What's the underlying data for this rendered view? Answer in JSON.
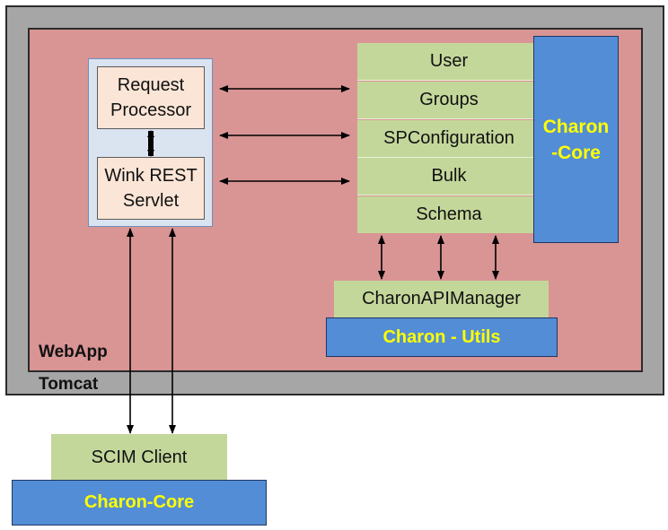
{
  "containers": {
    "tomcat_label": "Tomcat",
    "webapp_label": "WebApp"
  },
  "servlet": {
    "request_processor": "Request Processor",
    "wink_servlet": "Wink REST Servlet"
  },
  "resources": [
    {
      "label": "User"
    },
    {
      "label": "Groups"
    },
    {
      "label": "SPConfiguration"
    },
    {
      "label": "Bulk"
    },
    {
      "label": "Schema"
    }
  ],
  "charon_core_main": {
    "line1": "Charon",
    "line2": "-Core"
  },
  "api_manager": "CharonAPIManager",
  "charon_utils": "Charon - Utils",
  "client": {
    "scim_client": "SCIM Client",
    "charon_core": "Charon-Core"
  },
  "colors": {
    "tomcat_bg": "#a6a6a6",
    "webapp_bg": "#d99494",
    "servlet_bg": "#dae3f0",
    "component_bg": "#fbe5d6",
    "resource_bg": "#c4d79b",
    "charon_blue": "#538dd5",
    "charon_text": "#ffff00"
  }
}
